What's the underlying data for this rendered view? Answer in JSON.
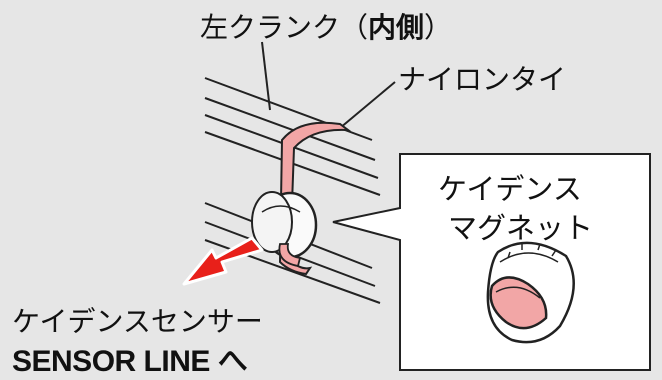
{
  "labels": {
    "title_prefix": "左クランク（",
    "title_bold": "内側",
    "title_suffix": "）",
    "nylon_tie": "ナイロンタイ",
    "cadence_magnet_line1": "ケイデンス",
    "cadence_magnet_line2": "マグネット",
    "cadence_sensor": "ケイデンスセンサー",
    "sensor_line": "SENSOR LINE へ"
  },
  "colors": {
    "background": "#e6e6e6",
    "tie_pink": "#f2a6a6",
    "arrow_red": "#e8201a",
    "outline": "#222222"
  },
  "icons": [
    "crank-arm",
    "nylon-tie",
    "cadence-magnet",
    "direction-arrow"
  ]
}
